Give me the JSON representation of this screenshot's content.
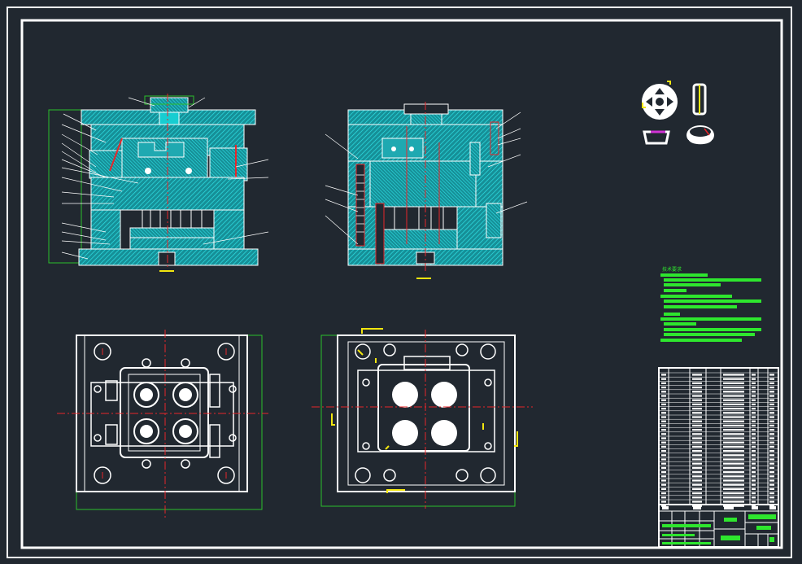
{
  "drawing": {
    "colors": {
      "background": "#212830",
      "frame": "#ffffff",
      "hatch": "#17cdd1",
      "section_fill": "#1fa9b1",
      "center_line": "#e8262a",
      "dimension": "#2cbf2c",
      "highlight": "#f2e60f",
      "text_block": "#2ee62e",
      "magenta": "#d133d4"
    },
    "views": [
      {
        "name": "front-section-view",
        "kind": "section"
      },
      {
        "name": "side-section-view",
        "kind": "section"
      },
      {
        "name": "plan-view-moving-half",
        "kind": "plan"
      },
      {
        "name": "plan-view-fixed-half",
        "kind": "plan"
      },
      {
        "name": "product-part-views",
        "kind": "isometric"
      }
    ],
    "technical_requirements": {
      "title": "技术要求"
    }
  }
}
